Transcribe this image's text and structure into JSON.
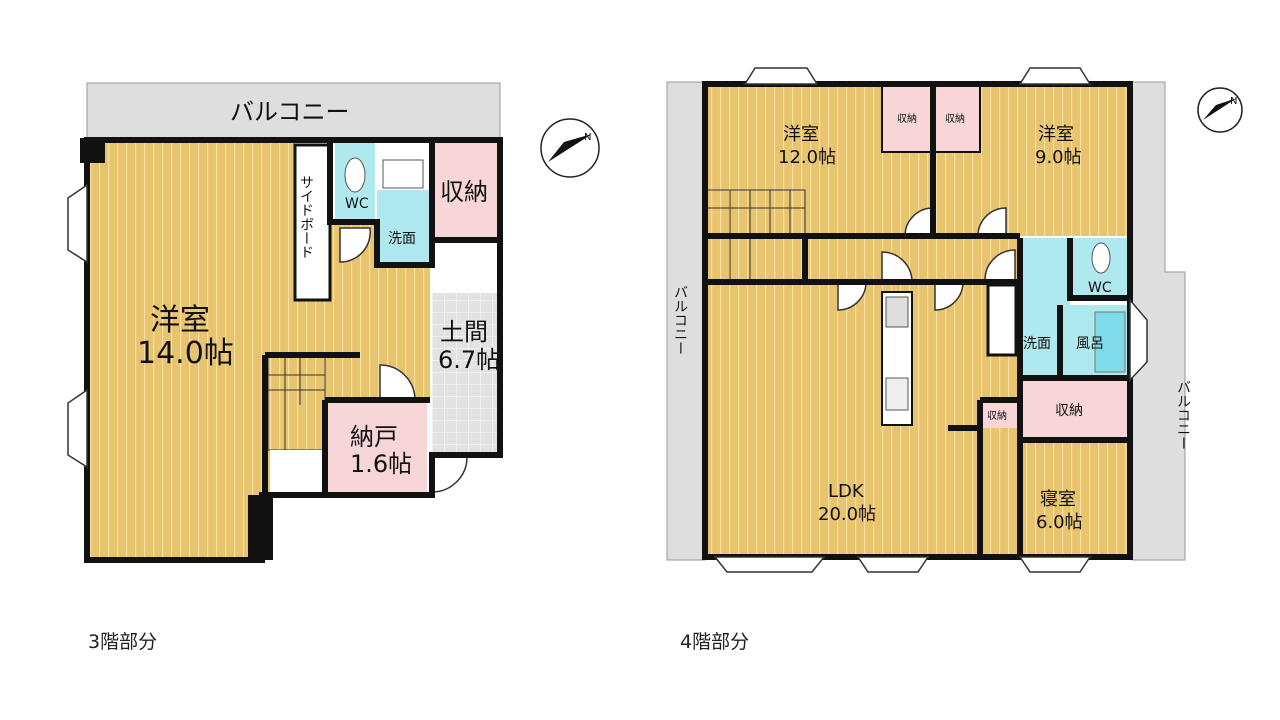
{
  "floor3": {
    "caption": "3階部分",
    "balcony": "バルコニー",
    "rooms": {
      "western": {
        "name": "洋室",
        "size": "14.0帖"
      },
      "sideboard": "サイドボード",
      "wc": "WC",
      "washroom": "洗面",
      "storage": "収納",
      "doma": {
        "name": "土間",
        "size": "6.7帖"
      },
      "closet": {
        "name": "納戸",
        "size": "1.6帖"
      }
    }
  },
  "floor4": {
    "caption": "4階部分",
    "balcony_left": "バルコニー",
    "balcony_right": "バルコニー",
    "rooms": {
      "western1": {
        "name": "洋室",
        "size": "12.0帖"
      },
      "western2": {
        "name": "洋室",
        "size": "9.0帖"
      },
      "storage_a": "収納",
      "storage_b": "収納",
      "wc": "WC",
      "washroom": "洗面",
      "bath": "風呂",
      "storage_big": "収納",
      "storage_small": "収納",
      "ldk": {
        "name": "LDK",
        "size": "20.0帖"
      },
      "bedroom": {
        "name": "寝室",
        "size": "6.0帖"
      }
    }
  },
  "colors": {
    "wood": "#e9c46e",
    "storage": "#f8d6d8",
    "wet": "#aee9f0",
    "balcony": "#dedede",
    "doma": "#e4e4e4"
  },
  "icons": [
    "north-compass-icon",
    "north-compass-icon"
  ]
}
